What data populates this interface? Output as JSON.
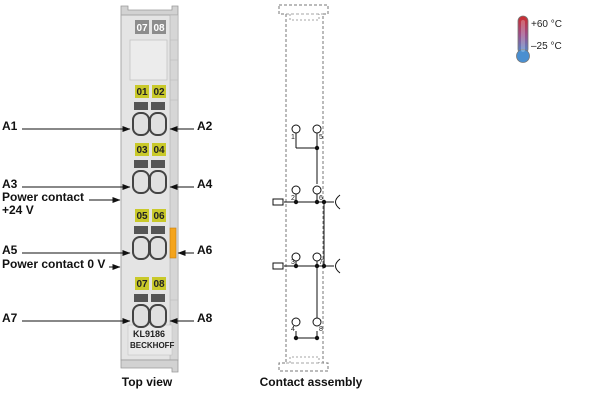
{
  "left_labels": {
    "a1": "A1",
    "a2": "A2",
    "a3": "A3",
    "a4": "A4",
    "a5": "A5",
    "a6": "A6",
    "a7": "A7",
    "a8": "A8",
    "power_24v_line1": "Power contact",
    "power_24v_line2": "+24 V",
    "power_0v": "Power contact 0 V"
  },
  "module": {
    "chips": [
      "07",
      "08",
      "01",
      "02",
      "03",
      "04",
      "05",
      "06",
      "07",
      "08"
    ],
    "model": "KL9186",
    "brand": "BECKHOFF"
  },
  "captions": {
    "top_view": "Top view",
    "contact_assembly": "Contact assembly"
  },
  "contacts": {
    "left": [
      "1",
      "2",
      "3",
      "4"
    ],
    "right": [
      "5",
      "6",
      "7",
      "8"
    ]
  },
  "temperature": {
    "max": "+60 °C",
    "min": "–25 °C"
  },
  "colors": {
    "chip_yellow": "#c9c92a",
    "chip_gray": "#8c8c8c",
    "housing": "#e4e4e4",
    "led_orange": "#f4a41c",
    "thermo_red": "#cc2b2b",
    "thermo_blue": "#4a8fd0"
  }
}
